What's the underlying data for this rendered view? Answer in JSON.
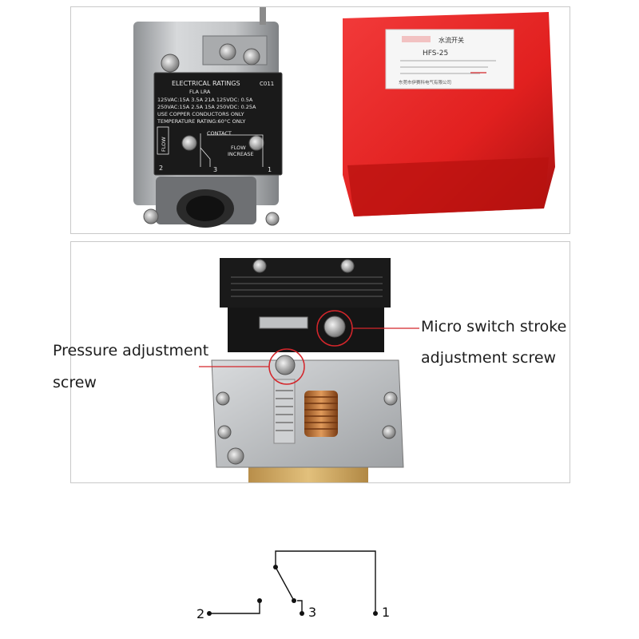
{
  "plate": {
    "heading": "ELECTRICAL RATINGS",
    "code": "C011",
    "cols": "FLA  LRA",
    "row1": "125VAC:15A  3.5A  21A  125VDC: 0.5A",
    "row2": "250VAC:15A  2.5A  15A  250VDC: 0.25A",
    "row3": "USE COPPER CONDUCTORS ONLY",
    "row4": "TEMPERATURE RATING:60°C ONLY",
    "flow": "FLOW",
    "contact": "CONTACT",
    "flow_increase_1": "FLOW",
    "flow_increase_2": "INCREASE",
    "t1": "1",
    "t2": "2",
    "t3": "3"
  },
  "red_box": {
    "chinese": "水流开关",
    "model": "HFS-25",
    "maker": "东莞市伊赛科电气有限公司"
  },
  "callouts": {
    "micro_line1": "Micro switch stroke",
    "micro_line2": "adjustment screw",
    "pressure_line1": "Pressure adjustment",
    "pressure_line2": "screw"
  },
  "diagram": {
    "term_1": "1",
    "term_2": "2",
    "term_3": "3"
  },
  "colors": {
    "red": "#e3262a",
    "brass": "#d6b068",
    "steel": "#b9bcbf",
    "black_plate": "#1a1a1a",
    "callout_red": "#d4262b"
  }
}
